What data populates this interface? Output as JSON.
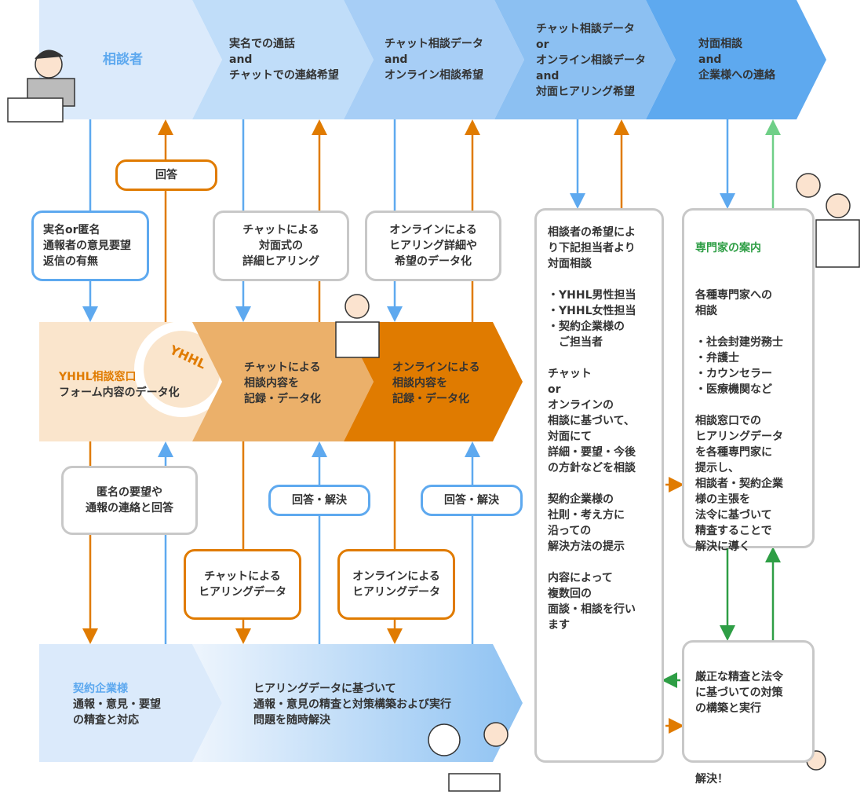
{
  "top": {
    "c1": "相談者",
    "c2": "実名での通話\nand\nチャットでの連絡希望",
    "c3": "チャット相談データ\nand\nオンライン相談希望",
    "c4": "チャット相談データ\nor\nオンライン相談データ\nand\n対面ヒアリング希望",
    "c5": "対面相談\nand\n企業様への連絡"
  },
  "upper": {
    "answer": "回答",
    "b1": "実名or匿名\n通報者の意見要望\n返信の有無",
    "b2": "チャットによる\n対面式の\n詳細ヒアリング",
    "b3": "オンラインによる\nヒアリング詳細や\n希望のデータ化"
  },
  "middle": {
    "c1_title": "YHHL相談窓口",
    "c1_text": "フォーム内容のデータ化",
    "logo": "YHHL",
    "c2": "チャットによる\n相談内容を\n記録・データ化",
    "c3": "オンラインによる\n相談内容を\n記録・データ化"
  },
  "lower": {
    "b1": "匿名の要望や\n通報の連絡と回答",
    "resolve1": "回答・解決",
    "resolve2": "回答・解決",
    "chat_data": "チャットによる\nヒアリングデータ",
    "online_data": "オンラインによる\nヒアリングデータ"
  },
  "bottom": {
    "c1_title": "契約企業様",
    "c1_text": "通報・意見・要望\nの精査と対応",
    "c2": "ヒアリングデータに基づいて\n通報・意見の精査と対策構築および実行\n問題を随時解決"
  },
  "face": {
    "text": "相談者の希望によ\nり下記担当者より\n対面相談\n\n・YHHL男性担当\n・YHHL女性担当\n・契約企業様の\n　ご担当者\n\nチャット\nor\nオンラインの\n相談に基づいて、\n対面にて\n詳細・要望・今後\nの方針などを相談\n\n契約企業様の\n社則・考え方に\n沿っての\n解決方法の提示\n\n内容によって\n複数回の\n面談・相談を行い\nます"
  },
  "expert": {
    "title": "専門家の案内",
    "text": "各種専門家への\n相談\n\n・社会封建労務士\n・弁護士\n・カウンセラー\n・医療機関など\n\n相談窓口での\nヒアリングデータ\nを各種専門家に\n提示し、\n相談者・契約企業\n様の主張を\n法令に基づいて\n精査することで\n解決に導く"
  },
  "final": {
    "text": "厳正な精査と法令\nに基づいての対策\nの構築と実行",
    "result": "解決！"
  },
  "colors": {
    "blue": "#5ea9ef",
    "orange": "#e07b00",
    "green": "#2e9e45",
    "gray": "#c8c8c8"
  }
}
